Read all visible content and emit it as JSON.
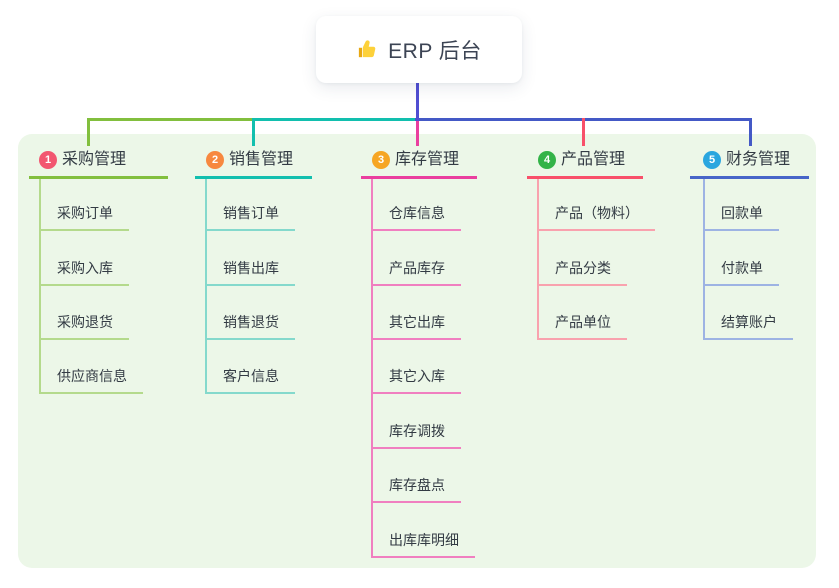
{
  "root": {
    "title": "ERP 后台",
    "icon": "thumbs-up"
  },
  "branches": [
    {
      "badge": "1",
      "label": "采购管理",
      "line_color": "#82bf3e",
      "child_line_color": "#b4da8c",
      "badge_color": "#f25670",
      "children": [
        "采购订单",
        "采购入库",
        "采购退货",
        "供应商信息"
      ]
    },
    {
      "badge": "2",
      "label": "销售管理",
      "line_color": "#12bfae",
      "child_line_color": "#84d9cc",
      "badge_color": "#f7883f",
      "children": [
        "销售订单",
        "销售出库",
        "销售退货",
        "客户信息"
      ]
    },
    {
      "badge": "3",
      "label": "库存管理",
      "line_color": "#ea3f9f",
      "child_line_color": "#f07fc0",
      "badge_color": "#f6a623",
      "children": [
        "仓库信息",
        "产品库存",
        "其它出库",
        "其它入库",
        "库存调拨",
        "库存盘点",
        "出库库明细"
      ]
    },
    {
      "badge": "4",
      "label": "产品管理",
      "line_color": "#f8506a",
      "child_line_color": "#f9a2ae",
      "badge_color": "#33b348",
      "children": [
        "产品（物料）",
        "产品分类",
        "产品单位"
      ]
    },
    {
      "badge": "5",
      "label": "财务管理",
      "line_color": "#4765c8",
      "child_line_color": "#9db3e3",
      "badge_color": "#2aa6df",
      "children": [
        "回款单",
        "付款单",
        "结算账户"
      ]
    }
  ],
  "palette": {
    "canvas_background": "#ecf7e8",
    "root_connector": "#504ed2",
    "center_connector": "#ea3f9f",
    "text_dark": "#333b44",
    "root_text": "#3c4454"
  }
}
